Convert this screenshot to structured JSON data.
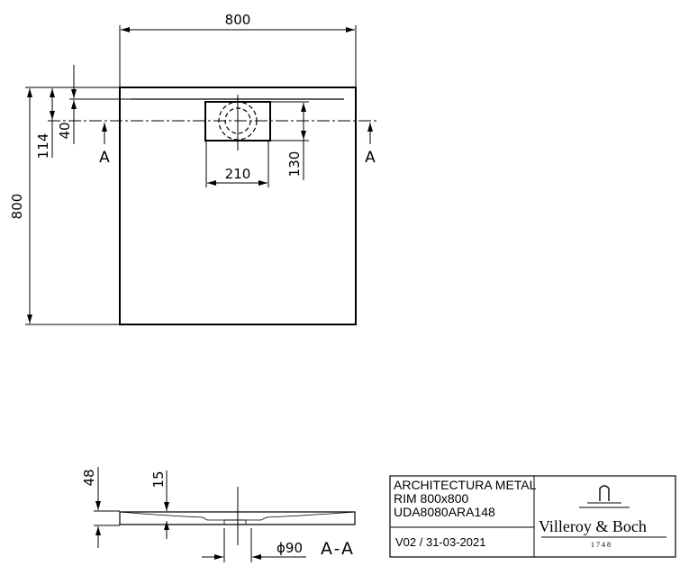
{
  "plan_view": {
    "width_dim": "800",
    "depth_dim": "800",
    "offset_114": "114",
    "offset_40": "40",
    "drain_width": "210",
    "drain_depth": "130",
    "section_mark_left": "A",
    "section_mark_right": "A"
  },
  "section_view": {
    "height_dim": "48",
    "rim_dim": "15",
    "drain_diameter": "ϕ90",
    "section_label": "A-A"
  },
  "title_block": {
    "product_name": "ARCHITECTURA METAL",
    "variant": "RIM 800x800",
    "article_code": "UDA8080ARA148",
    "version_date": "V02 / 31-03-2021",
    "brand_name": "Villeroy & Boch",
    "brand_year": "1748"
  }
}
